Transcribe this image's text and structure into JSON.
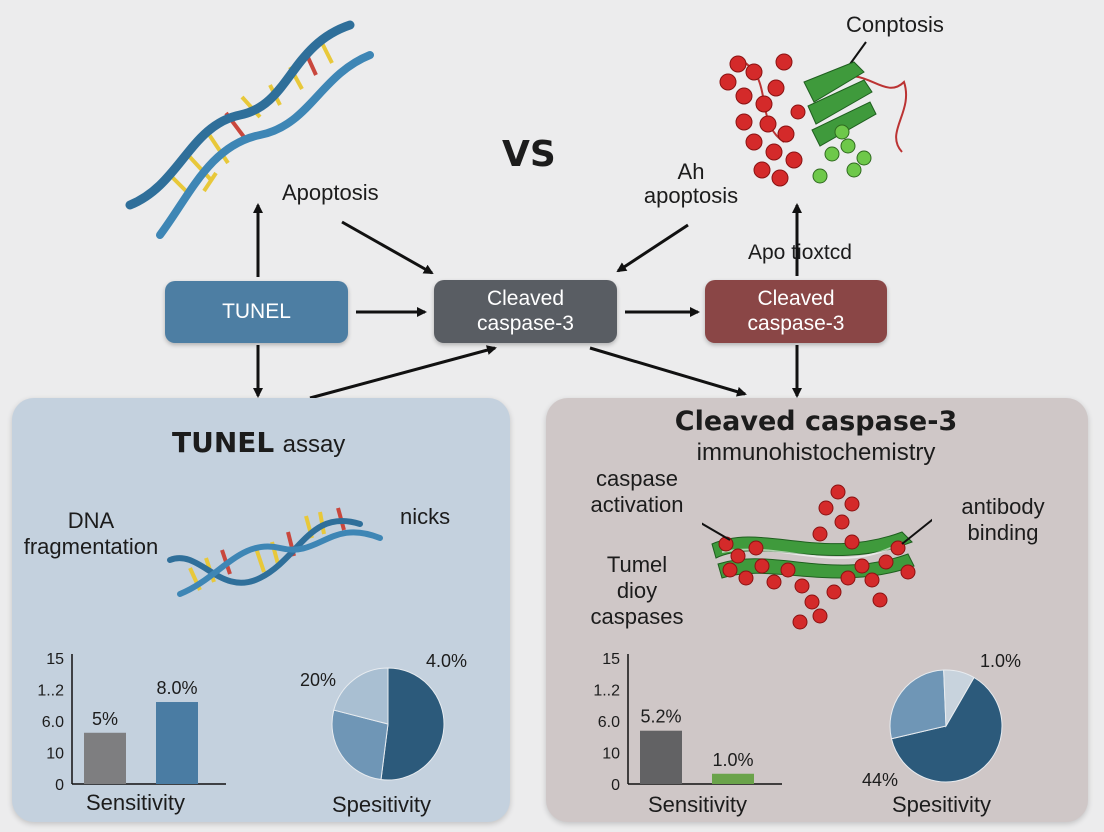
{
  "top": {
    "vs": "VS",
    "apoptosis_left": "Apoptosis",
    "conptosis": "Conptosis",
    "ah_apoptosis_line1": "Ah",
    "ah_apoptosis_line2": "apoptosis",
    "apo_tioxtcd": "Apo tioxtcd",
    "tunel_box": "TUNEL",
    "cleaved_center_line1": "Cleaved",
    "cleaved_center_line2": "caspase-3",
    "cleaved_right_line1": "Cleaved",
    "cleaved_right_line2": "caspase-3"
  },
  "left_panel": {
    "title_bold": "TUNEL",
    "title_rest": "assay",
    "dna_label_line1": "DNA",
    "dna_label_line2": "fragmentation",
    "nicks_label": "nicks",
    "pie_label_a": "20%",
    "pie_label_b": "4.0%",
    "bar_caption": "Sensitivity",
    "pie_caption": "Spesitivity"
  },
  "right_panel": {
    "title_line1": "Cleaved caspase-3",
    "title_line2": "immunohistochemistry",
    "caspase_activation_line1": "caspase",
    "caspase_activation_line2": "activation",
    "antibody_line1": "antibody",
    "antibody_line2": "binding",
    "tumel_line1": "Tumel",
    "tumel_line2": "dioy",
    "tumel_line3": "caspases",
    "pie_label_a": "1.0%",
    "pie_label_b": "44%",
    "bar_caption": "Sensitivity",
    "pie_caption": "Spesitivity"
  },
  "colors": {
    "tunel_blue": "#4d7ea3",
    "cleaved_gray": "#595d63",
    "cleaved_red": "#8a4646",
    "panel_left": "#c4d1de",
    "panel_right": "#cfc7c7",
    "pie_dark": "#2c5a7b",
    "pie_mid": "#6f96b6",
    "pie_light": "#a9bfd2",
    "bar_gray": "#7e7e80",
    "bar_blue": "#4a7ca3",
    "bar_green": "#6aa34a"
  },
  "chart_data": [
    {
      "type": "bar",
      "panel": "left",
      "ytick_labels": [
        "15",
        "1..2",
        "6.0",
        "10",
        "0"
      ],
      "xlabel": "Sensitivity",
      "values": [
        5,
        8.0
      ],
      "value_labels": [
        "5%",
        "8.0%"
      ],
      "colors": [
        "#7e7e80",
        "#4a7ca3"
      ]
    },
    {
      "type": "pie",
      "panel": "left",
      "xlabel": "Spesitivity",
      "values": [
        52,
        27,
        21
      ],
      "labels": [
        "20%",
        "4.0%"
      ],
      "colors": [
        "#2c5a7b",
        "#6f96b6",
        "#a9bfd2"
      ]
    },
    {
      "type": "bar",
      "panel": "right",
      "ytick_labels": [
        "15",
        "1..2",
        "6.0",
        "10",
        "0"
      ],
      "xlabel": "Sensitivity",
      "values": [
        5.2,
        1.0
      ],
      "value_labels": [
        "5.2%",
        "1.0%"
      ],
      "colors": [
        "#626264",
        "#6aa34a"
      ]
    },
    {
      "type": "pie",
      "panel": "right",
      "xlabel": "Spesitivity",
      "values": [
        63,
        28,
        9
      ],
      "labels": [
        "1.0%",
        "44%"
      ],
      "colors": [
        "#2c5a7b",
        "#6f96b6",
        "#c8d3dd"
      ]
    }
  ]
}
